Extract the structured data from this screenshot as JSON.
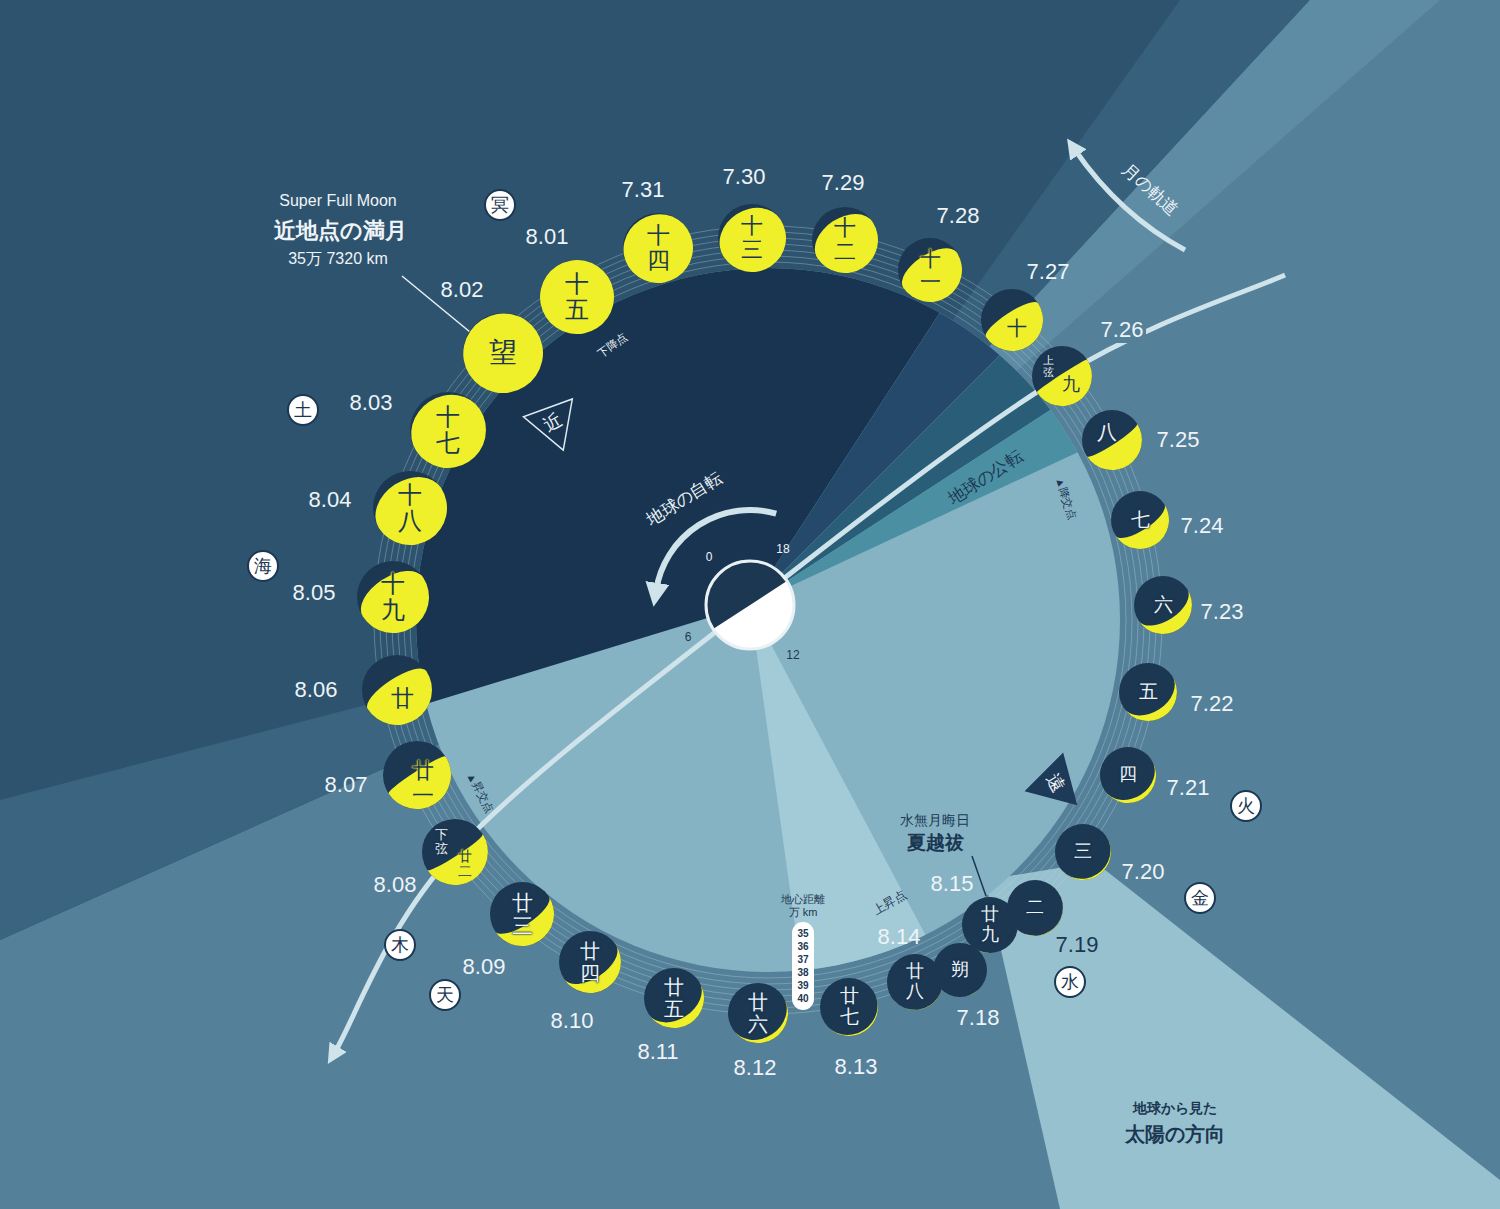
{
  "diagram": {
    "nodes": [
      {
        "text": [
          "朔",
          "7.18"
        ]
      },
      {
        "text": [
          "二",
          "7.19"
        ]
      },
      {
        "text": [
          "三",
          "7.20"
        ]
      },
      {
        "text": [
          "四",
          "7.21"
        ]
      },
      {
        "text": [
          "五",
          "7.22"
        ]
      },
      {
        "text": [
          "六",
          "7.23"
        ]
      },
      {
        "text": [
          "七",
          "7.24"
        ]
      },
      {
        "text": [
          "八",
          "7.25"
        ]
      },
      {
        "text": [
          "上弦",
          "九",
          "7.26"
        ]
      },
      {
        "text": [
          "十",
          "7.27"
        ]
      },
      {
        "text": [
          "十一",
          "7.28"
        ]
      },
      {
        "text": [
          "十二",
          "7.29"
        ]
      },
      {
        "text": [
          "十三",
          "7.30"
        ]
      },
      {
        "text": [
          "十四",
          "7.31"
        ]
      },
      {
        "text": [
          "十五",
          "8.01"
        ]
      },
      {
        "text": [
          "望",
          "8.02"
        ]
      },
      {
        "text": [
          "十七",
          "8.03"
        ]
      },
      {
        "text": [
          "十八",
          "8.04"
        ]
      },
      {
        "text": [
          "十九",
          "8.05"
        ]
      },
      {
        "text": [
          "廿",
          "8.06"
        ]
      },
      {
        "text": [
          "廿一",
          "8.07"
        ]
      },
      {
        "text": [
          "下弦",
          "廿二",
          "8.08"
        ]
      },
      {
        "text": [
          "廿三",
          "8.09"
        ]
      },
      {
        "text": [
          "廿四",
          "8.10"
        ]
      },
      {
        "text": [
          "廿五",
          "8.11"
        ]
      },
      {
        "text": [
          "廿六",
          "8.12"
        ]
      },
      {
        "text": [
          "廿七",
          "8.13"
        ]
      },
      {
        "text": [
          "廿八",
          "8.14"
        ]
      },
      {
        "text": [
          "廿九",
          "8.15"
        ]
      },
      {
        "text": [
          "冥"
        ]
      },
      {
        "text": [
          "土"
        ]
      },
      {
        "text": [
          "海"
        ]
      },
      {
        "text": [
          "木"
        ]
      },
      {
        "text": [
          "天"
        ]
      },
      {
        "text": [
          "水"
        ]
      },
      {
        "text": [
          "金"
        ]
      },
      {
        "text": [
          "火"
        ]
      },
      {
        "text": [
          "近"
        ]
      },
      {
        "text": [
          "遠"
        ]
      },
      {
        "text": [
          "地心距離 万 km",
          "35 36 37 38 39 40"
        ]
      }
    ],
    "labels": [
      "月の軌道",
      "Super Full Moon",
      "近地点の満月",
      "35万 7320 km",
      "下降点",
      "地球の自転",
      "地球の公転",
      "▲降交点",
      "0",
      "18",
      "6",
      "12",
      "▲昇交点",
      "水無月晦日",
      "夏越祓",
      "上昇点",
      "地球から見た",
      "太陽の方向"
    ]
  }
}
